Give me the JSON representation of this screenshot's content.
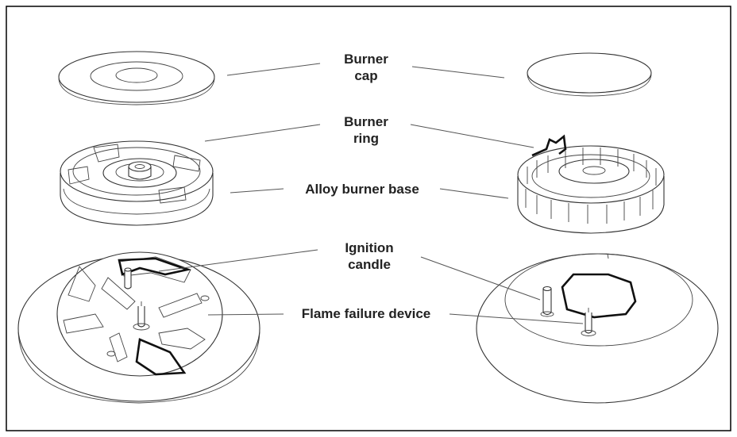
{
  "labels": {
    "burner_cap": [
      "Burner",
      "cap"
    ],
    "burner_ring": [
      "Burner",
      "ring"
    ],
    "alloy_burner_base": "Alloy burner base",
    "ignition_candle": [
      "Ignition",
      "candle"
    ],
    "flame_failure_device": "Flame failure device"
  },
  "colors": {
    "ink": "#222222",
    "frame": "#000000",
    "background": "#ffffff"
  }
}
